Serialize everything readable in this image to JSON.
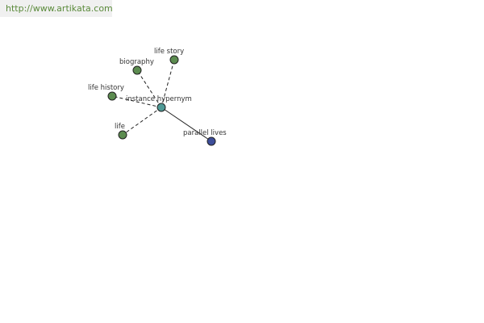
{
  "header": {
    "url": "http://www.artikata.com"
  },
  "graph": {
    "center": {
      "id": "center",
      "label": "instance hypernym",
      "color": "#4f9a96"
    },
    "related_color": "#5c8c50",
    "parallel_color": "#3d4e9a",
    "nodes": [
      {
        "id": "life-story",
        "label": "life story",
        "group": "related"
      },
      {
        "id": "biography",
        "label": "biography",
        "group": "related"
      },
      {
        "id": "life-history",
        "label": "life history",
        "group": "related"
      },
      {
        "id": "life",
        "label": "life",
        "group": "related"
      },
      {
        "id": "parallel-lives",
        "label": "parallel lives",
        "group": "parallel"
      }
    ]
  }
}
